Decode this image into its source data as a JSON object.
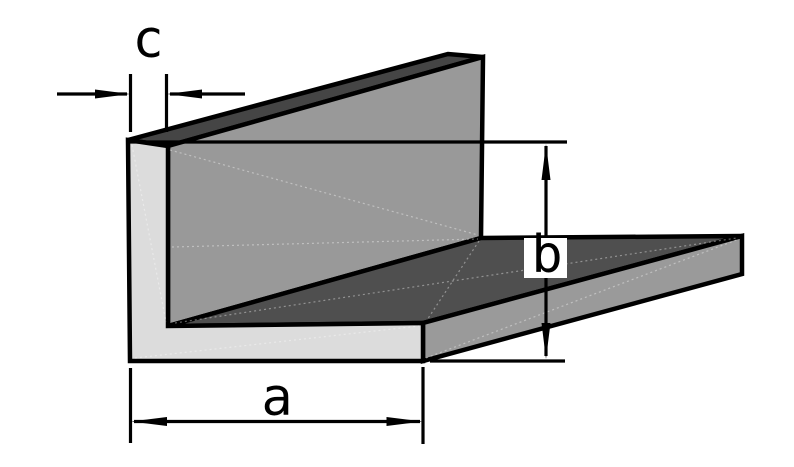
{
  "diagram": {
    "labels": {
      "leg_width": "a",
      "leg_height": "b",
      "thickness": "c"
    },
    "colors": {
      "background": "#ffffff",
      "outline": "#000000",
      "front_face": "#dcdcdc",
      "web_inner_face": "#999999",
      "flange_side_face": "#9a9a9a",
      "flange_top_face": "#4f4f4f",
      "web_top_face": "#454545",
      "seam_highlight": "#ffffff",
      "label_box": "#ffffff",
      "dimension_lines": "#000000"
    }
  }
}
